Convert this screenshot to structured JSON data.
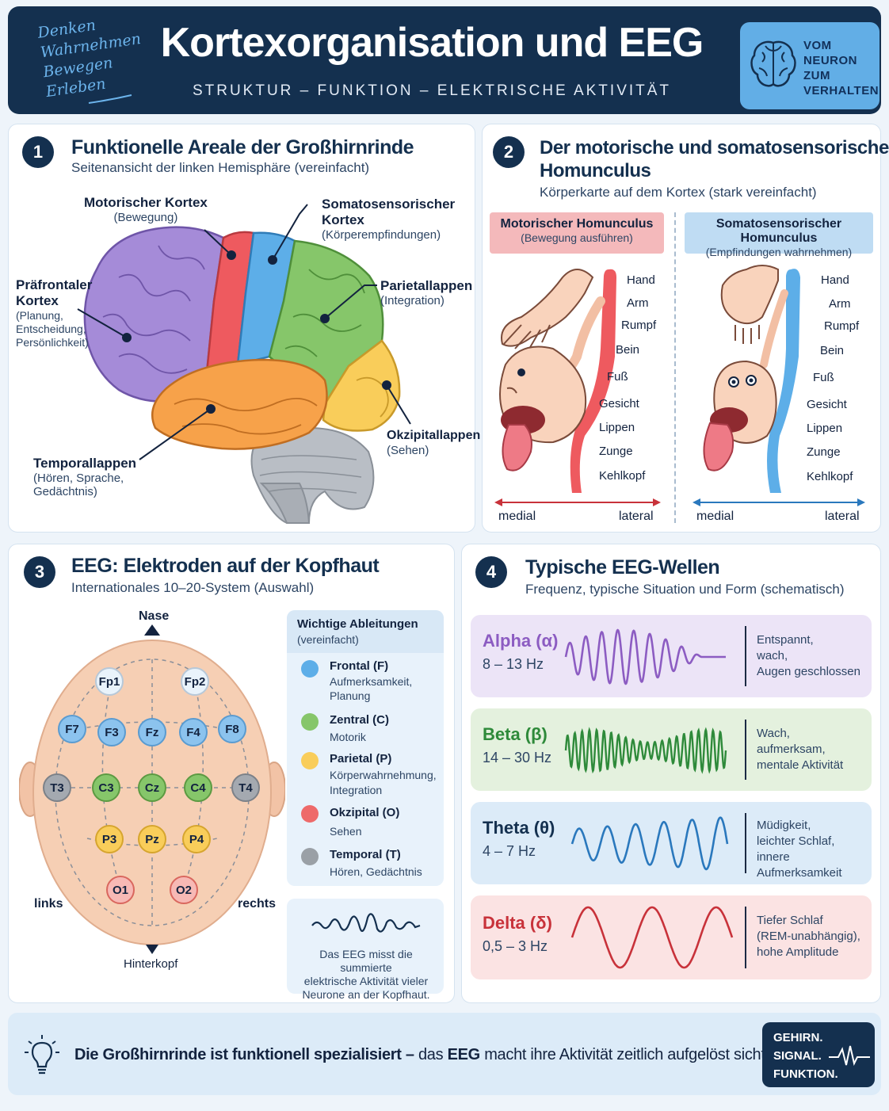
{
  "header": {
    "handwriting": [
      "Denken",
      "Wahrnehmen",
      "Bewegen",
      "Erleben"
    ],
    "title": "Kortexorganisation und EEG",
    "subtitle": "STRUKTUR – FUNKTION – ELEKTRISCHE AKTIVITÄT",
    "badge": [
      "VOM",
      "NEURON",
      "ZUM",
      "VERHALTEN"
    ]
  },
  "section1": {
    "number": "1",
    "title": "Funktionelle Areale der Großhirnrinde",
    "subtitle": "Seitenansicht der linken Hemisphäre (vereinfacht)",
    "labels": {
      "motor": {
        "name": "Motorischer Kortex",
        "desc": "(Bewegung)"
      },
      "somato": {
        "name1": "Somatosensorischer",
        "name2": "Kortex",
        "desc": "(Körperempfindungen)"
      },
      "prefrontal": {
        "name1": "Präfrontaler",
        "name2": "Kortex",
        "desc1": "(Planung,",
        "desc2": "Entscheidung,",
        "desc3": "Persönlichkeit)"
      },
      "parietal": {
        "name": "Parietallappen",
        "desc": "(Integration)"
      },
      "temporal": {
        "name": "Temporallappen",
        "desc1": "(Hören, Sprache,",
        "desc2": "Gedächtnis)"
      },
      "occipital": {
        "name": "Okzipitallappen",
        "desc": "(Sehen)"
      }
    },
    "colors": {
      "prefrontal": "#a58bd8",
      "motor": "#ee5a5f",
      "somato": "#5daee8",
      "parietal": "#86c66a",
      "occipital": "#f9cd5a",
      "temporal": "#f7a24a",
      "cerebellum": "#b9bec5"
    }
  },
  "section2": {
    "number": "2",
    "title1": "Der motorische und somatosensorische",
    "title2": "Homunculus",
    "subtitle": "Körperkarte auf dem Kortex (stark vereinfacht)",
    "motor": {
      "title": "Motorischer Homunculus",
      "sub": "(Bewegung ausführen)",
      "color": "#f4b9bb"
    },
    "sensory": {
      "title": "Somatosensorischer Homunculus",
      "sub": "(Empfindungen wahrnehmen)",
      "color": "#bfdcf3"
    },
    "body_parts": [
      "Hand",
      "Arm",
      "Rumpf",
      "Bein",
      "Fuß",
      "Gesicht",
      "Lippen",
      "Zunge",
      "Kehlkopf"
    ],
    "medial": "medial",
    "lateral": "lateral"
  },
  "section3": {
    "number": "3",
    "title": "EEG: Elektroden auf der Kopfhaut",
    "subtitle": "Internationales 10–20-System (Auswahl)",
    "nose": "Nase",
    "back": "Hinterkopf",
    "left": "links",
    "right": "rechts",
    "electrodes": [
      "Fp1",
      "Fp2",
      "F7",
      "F3",
      "Fz",
      "F4",
      "F8",
      "T3",
      "C3",
      "Cz",
      "C4",
      "T4",
      "P3",
      "Pz",
      "P4",
      "O1",
      "O2"
    ],
    "legend": {
      "title": "Wichtige Ableitungen",
      "sub": "(vereinfacht)",
      "items": [
        {
          "name": "Frontal (F)",
          "desc1": "Aufmerksamkeit,",
          "desc2": "Planung",
          "color": "#5daee8"
        },
        {
          "name": "Zentral (C)",
          "desc1": "Motorik",
          "desc2": "",
          "color": "#86c66a"
        },
        {
          "name": "Parietal (P)",
          "desc1": "Körperwahrnehmung,",
          "desc2": "Integration",
          "color": "#f9cd5a"
        },
        {
          "name": "Okzipital (O)",
          "desc1": "Sehen",
          "desc2": "",
          "color": "#ee6a6a"
        },
        {
          "name": "Temporal (T)",
          "desc1": "Hören, Gedächtnis",
          "desc2": "",
          "color": "#9aa0a6"
        }
      ]
    },
    "note": [
      "Das EEG misst die summierte",
      "elektrische Aktivität vieler",
      "Neurone an der Kopfhaut."
    ]
  },
  "section4": {
    "number": "4",
    "title": "Typische EEG-Wellen",
    "subtitle": "Frequenz, typische Situation und Form (schematisch)",
    "waves": [
      {
        "name": "Alpha (α)",
        "hz": "8 – 13 Hz",
        "desc": [
          "Entspannt,",
          "wach,",
          "Augen geschlossen"
        ],
        "color": "#8c5cc2",
        "bg": "#ece4f7"
      },
      {
        "name": "Beta (β)",
        "hz": "14 – 30 Hz",
        "desc": [
          "Wach,",
          "aufmerksam,",
          "mentale Aktivität"
        ],
        "color": "#2e8a3a",
        "bg": "#e4f1de"
      },
      {
        "name": "Theta (θ)",
        "hz": "4 – 7 Hz",
        "desc": [
          "Müdigkeit,",
          "leichter Schlaf,",
          "innere Aufmerksamkeit"
        ],
        "color": "#2a78bd",
        "bg": "#dcebf8"
      },
      {
        "name": "Delta (δ)",
        "hz": "0,5 – 3 Hz",
        "desc": [
          "Tiefer Schlaf",
          "(REM-unabhängig),",
          "hohe Amplitude"
        ],
        "color": "#c8323a",
        "bg": "#fbe3e3"
      }
    ]
  },
  "footer": {
    "bold1": "Die Großhirnrinde ist funktionell spezialisiert",
    "dash": " – ",
    "normal1": "das ",
    "bold2": "EEG",
    "normal2": " macht ihre Aktivität zeitlich aufgelöst sichtbar.",
    "badge": [
      "GEHIRN.",
      "SIGNAL.",
      "FUNKTION."
    ]
  }
}
